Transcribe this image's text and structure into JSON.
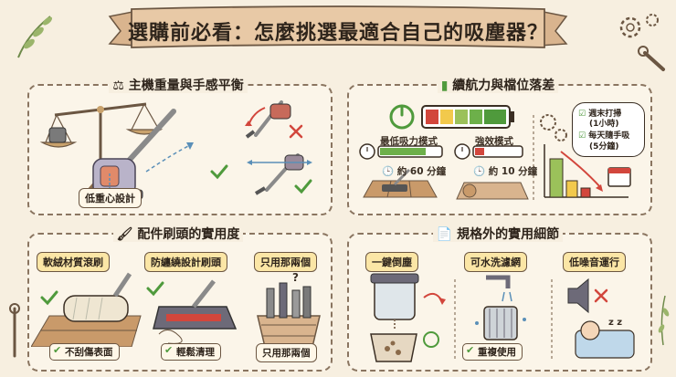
{
  "title": "選購前必看：怎麼挑選最適合自己的吸塵器？",
  "panels": {
    "weight": {
      "title": "主機重量與手感平衡",
      "low_center_label": "低重心設計"
    },
    "battery": {
      "title": "續航力與檔位落差",
      "min_mode": "最低吸力模式",
      "min_time": "約 60 分鐘",
      "max_mode": "強效模式",
      "max_time": "約 10 分鐘",
      "note1": "週末打掃",
      "note1_sub": "(1小時)",
      "note2": "每天隨手吸",
      "note2_sub": "(5分鐘)"
    },
    "brush": {
      "title": "配件刷頭的實用度",
      "item1": "軟絨材質滾刷",
      "item1_note": "不刮傷表面",
      "item2": "防纏繞設計刷頭",
      "item2_note": "輕鬆清理",
      "item3": "只用那兩個",
      "item3_note": "只用那兩個"
    },
    "details": {
      "title": "規格外的實用細節",
      "item1": "一鍵倒塵",
      "item2": "可水洗濾網",
      "item2_note": "重複使用",
      "item3": "低噪音運行"
    }
  },
  "colors": {
    "background": "#f7efe0",
    "banner": "#e8c9a6",
    "accent_green": "#4f9a3c",
    "accent_red": "#d2463c",
    "accent_yellow": "#f2c94c"
  }
}
